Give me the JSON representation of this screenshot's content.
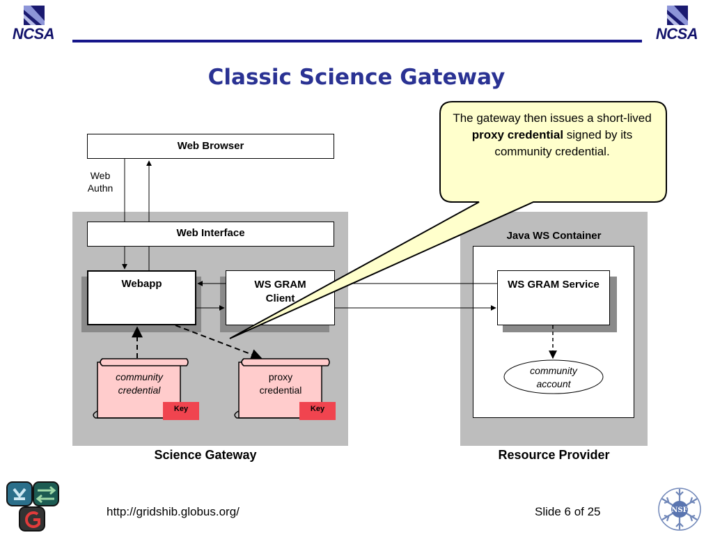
{
  "slide": {
    "title": "Classic Science Gateway",
    "logo_left": "NCSA",
    "logo_right": "NCSA",
    "footer_url": "http://gridshib.globus.org/",
    "slide_counter": "Slide 6 of 25",
    "nsf_logo_text": "NSF"
  },
  "diagram": {
    "web_browser": "Web Browser",
    "web_authn_line1": "Web",
    "web_authn_line2": "Authn",
    "web_interface": "Web Interface",
    "webapp": "Webapp",
    "ws_gram_client_line1": "WS GRAM",
    "ws_gram_client_line2": "Client",
    "java_ws_container": "Java WS Container",
    "ws_gram_service": "WS GRAM Service",
    "community_credential_line1": "community",
    "community_credential_line2": "credential",
    "proxy_credential_line1": "proxy",
    "proxy_credential_line2": "credential",
    "key_label": "Key",
    "community_account_line1": "community",
    "community_account_line2": "account",
    "science_gateway": "Science Gateway",
    "resource_provider": "Resource Provider"
  },
  "callout": {
    "text_before": "The gateway then issues a short-lived ",
    "text_bold": "proxy credential",
    "text_after": " signed by its community credential."
  },
  "colors": {
    "title": "#2a3293",
    "rule": "#16168a",
    "panel": "#bdbdbd",
    "callout_fill": "#ffffcc",
    "scroll_fill": "#ffcccc",
    "key_fill": "#f0444f"
  }
}
